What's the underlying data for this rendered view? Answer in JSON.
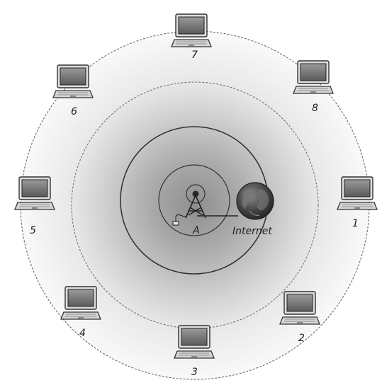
{
  "diagram": {
    "access_point": {
      "label": "A",
      "icon": "wifi-tower-icon"
    },
    "internet": {
      "label": "Internet",
      "icon": "globe-icon"
    },
    "laptops": [
      {
        "id": 1,
        "label": "1",
        "icon": "laptop-icon"
      },
      {
        "id": 2,
        "label": "2",
        "icon": "laptop-icon"
      },
      {
        "id": 3,
        "label": "3",
        "icon": "laptop-icon"
      },
      {
        "id": 4,
        "label": "4",
        "icon": "laptop-icon"
      },
      {
        "id": 5,
        "label": "5",
        "icon": "laptop-icon"
      },
      {
        "id": 6,
        "label": "6",
        "icon": "laptop-icon"
      },
      {
        "id": 7,
        "label": "7",
        "icon": "laptop-icon"
      },
      {
        "id": 8,
        "label": "8",
        "icon": "laptop-icon"
      }
    ],
    "colors": {
      "center_fill": "#8c8c8c",
      "outer_fill": "#ffffff",
      "ring_stroke": "#3c3c3c",
      "laptop_body": "#6e6e6e",
      "globe": "#3a3a3a"
    }
  }
}
